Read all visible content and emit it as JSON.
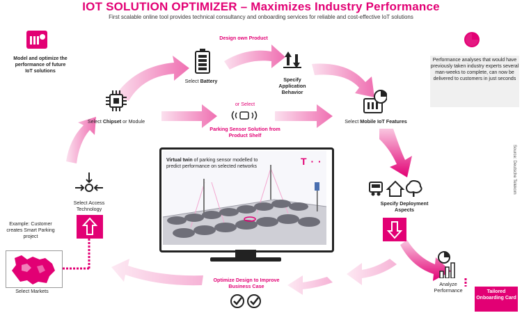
{
  "header": {
    "title": "IOT SOLUTION OPTIMIZER – Maximizes Industry Performance",
    "subtitle": "First scalable online tool provides technical consultancy and onboarding services for reliable and cost-effective IoT solutions"
  },
  "steps": {
    "design_own_product": "Design own Product",
    "select_battery_prefix": "Select ",
    "select_battery_bold": "Battery",
    "specify_app": "Specify Application Behavior",
    "select_chipset_prefix": "Select ",
    "select_chipset_bold": "Chipset",
    "select_chipset_suffix": " or Module",
    "or_select": "or Select",
    "parking_solution": "Parking Sensor Solution from Product Shelf",
    "select_features_prefix": "Select ",
    "select_features_bold": "Mobile IoT Features",
    "specify_deployment": "Specify Deployment Aspects",
    "select_access": "Select Access Technology",
    "analyze": "Analyze Performance",
    "optimize": "Optimize Design to Improve Business Case",
    "select_markets": "Select Markets",
    "tailored_card": "Tailored Onboarding Card"
  },
  "notes": {
    "model_optimize": "Model and optimize the performance of future IoT solutions",
    "performance_analyses": "Performance analyses that would have previously taken industry experts several man-weeks to complete, can now be delivered to customers in just seconds",
    "example": "Example: Customer creates Smart Parking project"
  },
  "screen": {
    "caption_bold": "Virtual twin",
    "caption_rest": " of parking sensor modelled to predict performance on selected networks",
    "logo": "T · ·"
  },
  "source": "Source: Deutsche Telekom",
  "colors": {
    "brand": "#e20074",
    "arrow": "#f3a6cf"
  }
}
